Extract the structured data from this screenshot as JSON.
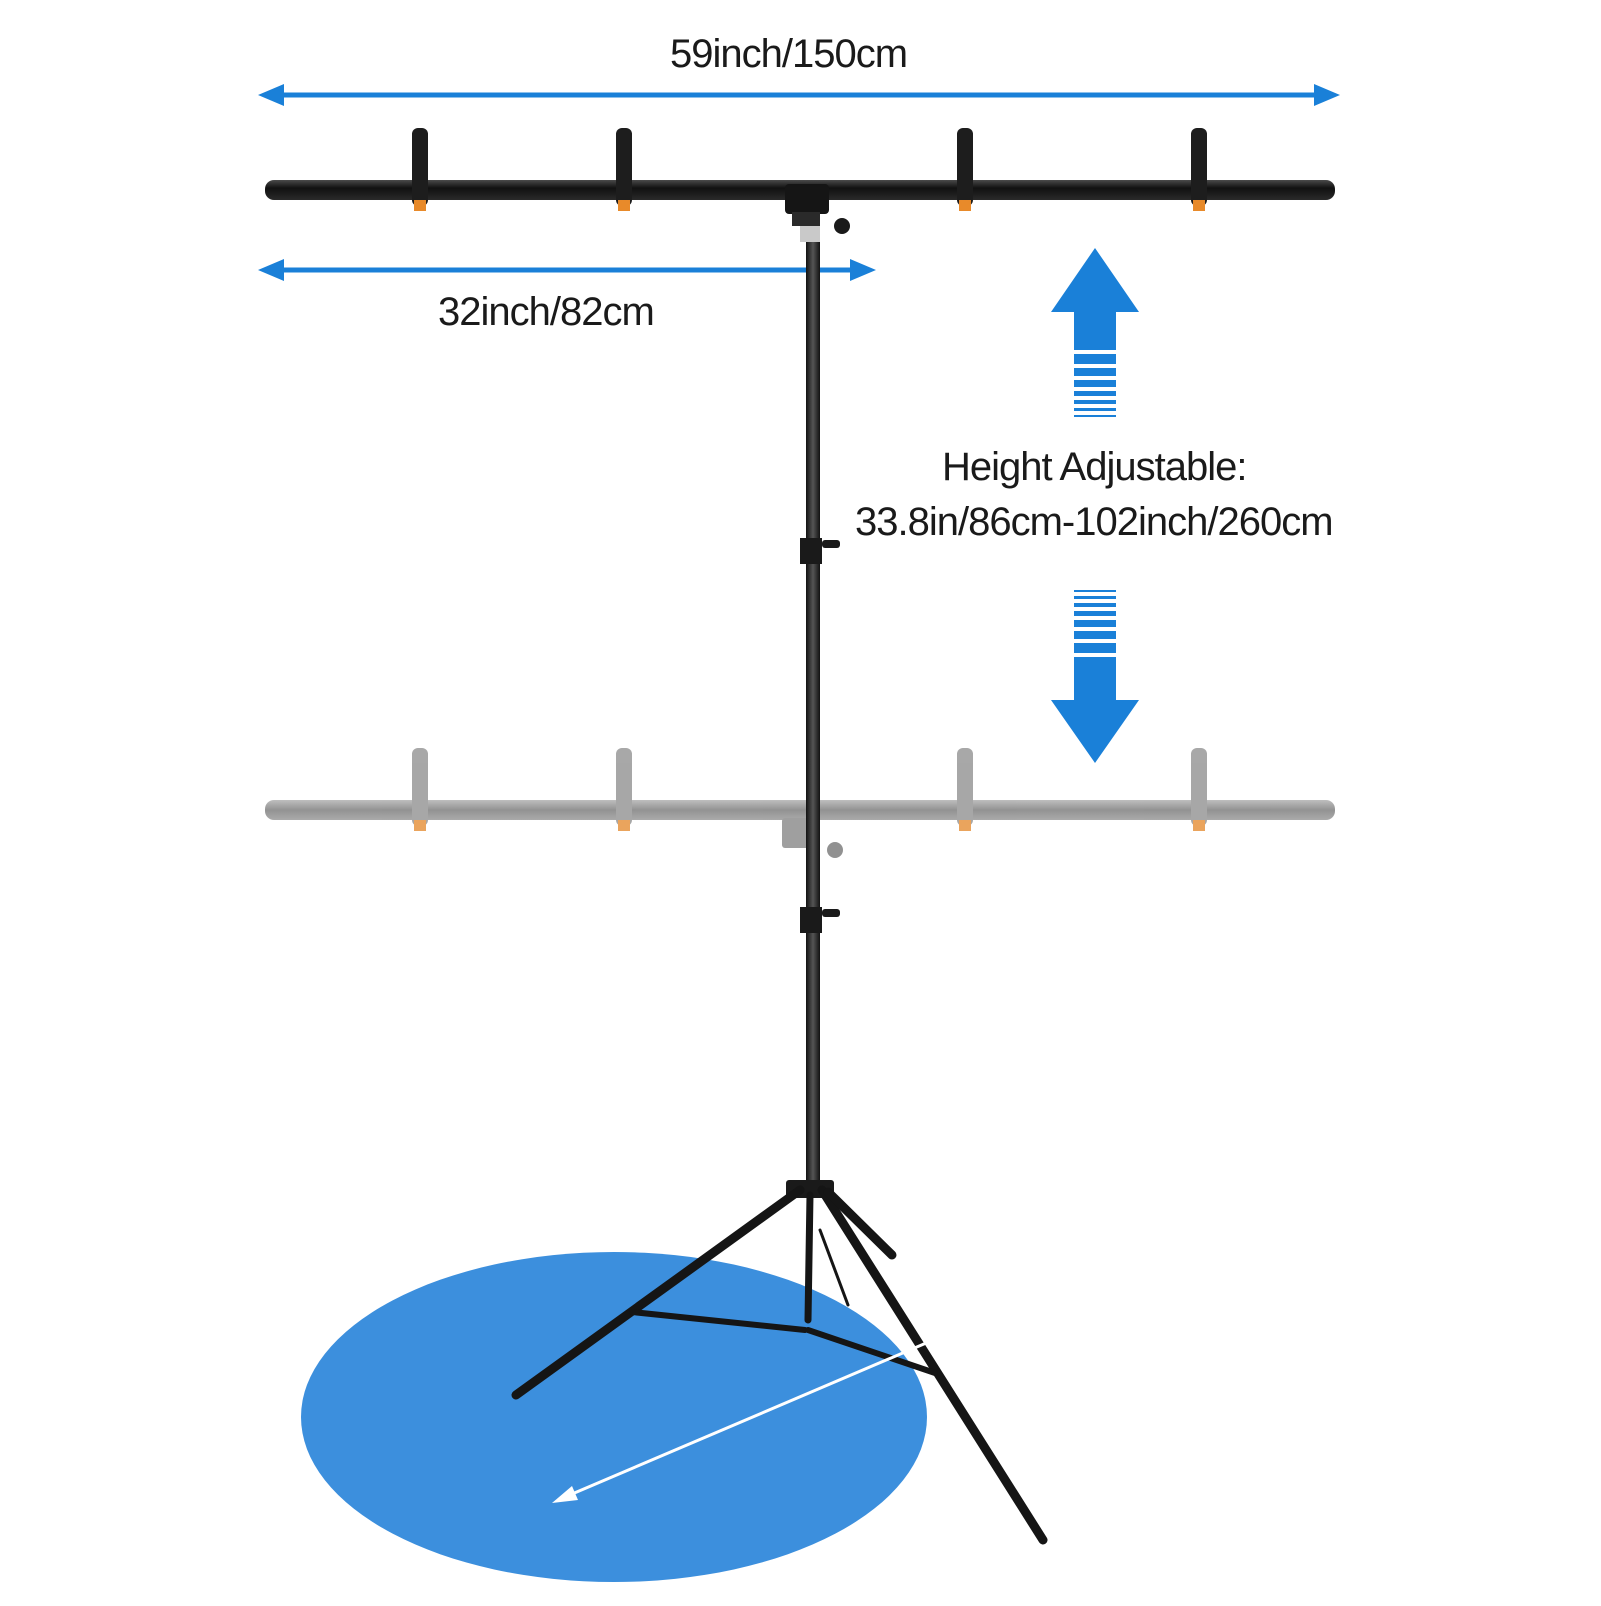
{
  "product": {
    "width_label": "59inch/150cm",
    "depth_label": "32inch/82cm",
    "height_title": "Height Adjustable:",
    "height_range": "33.8in/86cm-102inch/260cm"
  },
  "colors": {
    "arrow_blue": "#1a80d8",
    "base_blue": "#3c8fdd",
    "stand_black": "#1b1b1b",
    "clip_orange": "#e88a2a"
  },
  "icons": {
    "width_arrow": "double-headed-arrow-icon",
    "depth_arrow": "double-headed-arrow-icon",
    "height_up_arrow": "arrow-up-icon",
    "height_down_arrow": "arrow-down-icon"
  }
}
